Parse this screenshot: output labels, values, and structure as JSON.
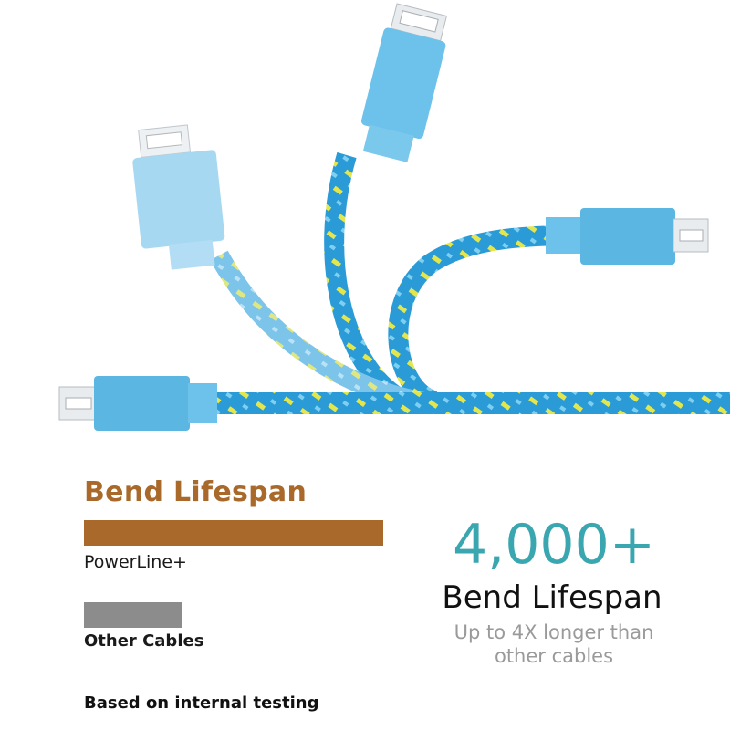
{
  "section": {
    "title": "Bend Lifespan",
    "footnote": "Based on internal testing"
  },
  "comparison": [
    {
      "label": "PowerLine+",
      "relative_lifespan": 1.0,
      "color": "#a8692a"
    },
    {
      "label": "Other Cables",
      "relative_lifespan": 0.33,
      "color": "#8c8c8c"
    }
  ],
  "highlight": {
    "value": "4,000+",
    "label": "Bend Lifespan",
    "detail_line1": "Up to 4X longer than",
    "detail_line2": "other cables"
  },
  "colors": {
    "title": "#a8692a",
    "accent": "#3aa6b0",
    "detail": "#9a9a9a",
    "cable": "#2a9bd6",
    "connector": "#6ac0e6",
    "stripe": "#e6e64a"
  }
}
